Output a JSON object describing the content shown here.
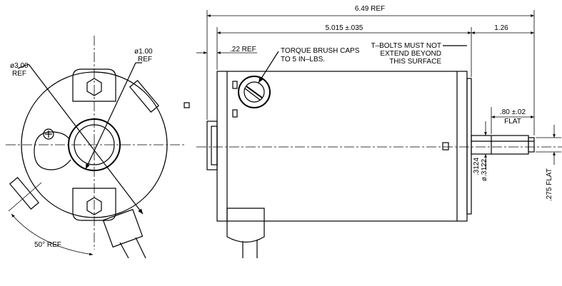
{
  "dimensions": {
    "overall_length": "6.49 REF",
    "body_length": "5.015 ±.035",
    "shaft_extension": "1.26",
    "flange_offset": ".22 REF",
    "torque_note_line1": "TORQUE BRUSH CAPS",
    "torque_note_line2": "TO 5 IN–LBS.",
    "tbolt_note_line1": "T–BOLTS MUST NOT",
    "tbolt_note_line2": "EXTEND BEYOND",
    "tbolt_note_line3": "THIS SURFACE",
    "flat_length": ".80 ±.02",
    "flat_label": "FLAT",
    "shaft_dia_upper": ".3124",
    "shaft_dia_lower": "ø.3122",
    "flat_height": ".275 FLAT",
    "housing_dia_value": "ø3.00",
    "housing_dia_ref": "REF",
    "pilot_dia_value": "ø1.00",
    "pilot_dia_ref": "REF",
    "angle": "50° REF"
  }
}
